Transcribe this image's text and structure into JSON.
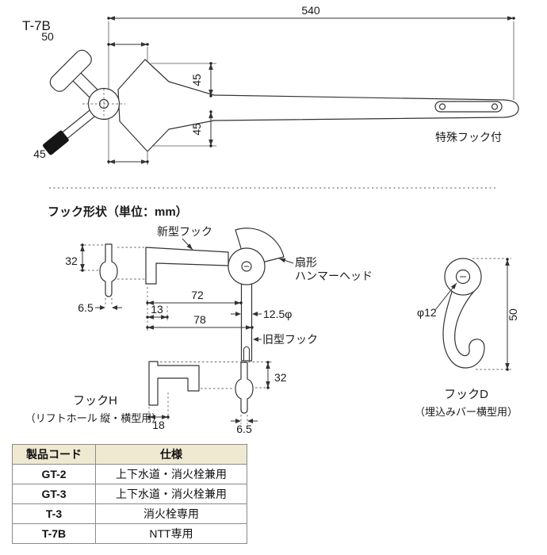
{
  "page": {
    "title": "T-7B"
  },
  "top_drawing": {
    "dim_total_length": "540",
    "dim_50": "50",
    "dim_45_upper": "45",
    "dim_45_lower": "45",
    "dim_45_left": "45",
    "special_hook_label": "特殊フック付"
  },
  "hook_section": {
    "heading": "フック形状（単位：mm）",
    "new_hook_label": "新型フック",
    "fan_label_line1": "扇形",
    "fan_label_line2": "ハンマーヘッド",
    "old_hook_label": "旧型フック",
    "dim_32_left": "32",
    "dim_6_5_left": "6.5",
    "dim_13": "13",
    "dim_72": "72",
    "dim_78": "78",
    "dim_12_5_phi": "12.5φ",
    "hook_h": {
      "name": "フックH",
      "subtitle": "（リフトホール 縦・横型用）",
      "dim_18": "18"
    },
    "center_hook": {
      "dim_32": "32",
      "dim_6_5": "6.5"
    },
    "hook_d": {
      "name": "フックD",
      "subtitle": "（埋込みバー横型用）",
      "dim_phi12": "φ12",
      "dim_50": "50"
    }
  },
  "table": {
    "headers": [
      "製品コード",
      "仕様"
    ],
    "rows": [
      {
        "code": "GT-2",
        "spec": "上下水道・消火栓兼用"
      },
      {
        "code": "GT-3",
        "spec": "上下水道・消火栓兼用"
      },
      {
        "code": "T-3",
        "spec": "消火栓専用"
      },
      {
        "code": "T-7B",
        "spec": "NTT専用"
      }
    ]
  },
  "colors": {
    "line": "#333333",
    "table_header_bg": "#efe9d2",
    "table_border": "#8a8a8a"
  }
}
